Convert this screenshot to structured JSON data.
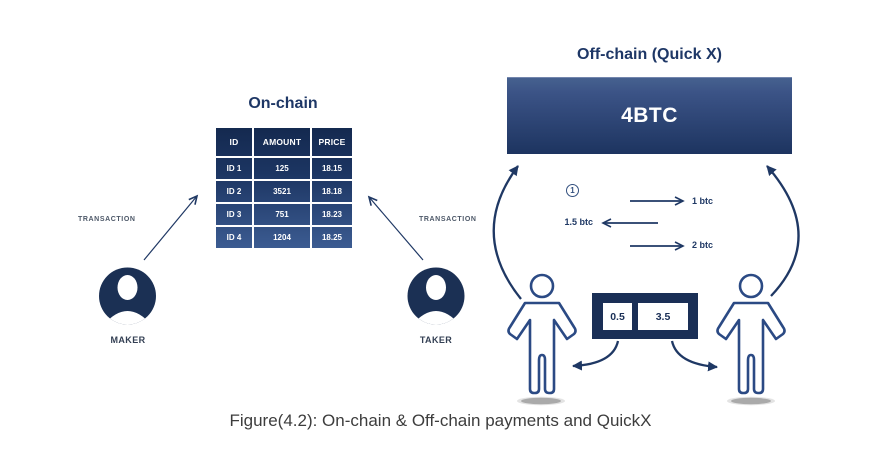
{
  "figure": {
    "caption": "Figure(4.2): On-chain & Off-chain payments and QuickX"
  },
  "onchain": {
    "title": "On-chain",
    "table": {
      "headers": [
        "ID",
        "AMOUNT",
        "PRICE"
      ],
      "rows": [
        [
          "ID 1",
          "125",
          "18.15"
        ],
        [
          "ID 2",
          "3521",
          "18.18"
        ],
        [
          "ID 3",
          "751",
          "18.23"
        ],
        [
          "ID 4",
          "1204",
          "18.25"
        ]
      ]
    }
  },
  "offchain": {
    "title": "Off-chain (Quick X)",
    "pool_amount": "4BTC",
    "step_badge": "1",
    "flows": [
      {
        "label": "1 btc",
        "direction": "right"
      },
      {
        "label": "1.5 btc",
        "direction": "left"
      },
      {
        "label": "2 btc",
        "direction": "right"
      }
    ],
    "channel_balances": [
      "0.5",
      "3.5"
    ]
  },
  "actors": {
    "maker": {
      "name": "MAKER",
      "arrow_label": "TRANSACTION"
    },
    "taker": {
      "name": "TAKER",
      "arrow_label": "TRANSACTION"
    }
  },
  "colors": {
    "navy": "#1f3864",
    "table_gradient_top": "#14294f",
    "table_gradient_bottom": "#3c5c92",
    "pool_gradient_top": "#46618f",
    "pool_gradient_bottom": "#1d3460",
    "avatar_fill": "#1b3054",
    "figure_outline": "#2b4a84",
    "balance_box_fill": "#1a2f56",
    "caption_text": "#3d3d3d",
    "transaction_label_text": "#4d5868"
  }
}
